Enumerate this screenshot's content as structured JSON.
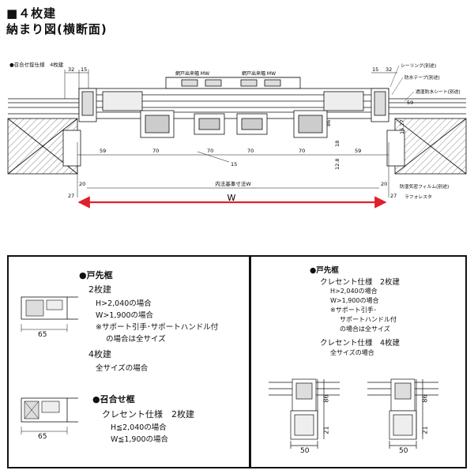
{
  "header": {
    "title_line1": "■４枚建",
    "title_line2": "納まり図(横断面)"
  },
  "top_diagram": {
    "spec_label": "●召合せ錠仕様　4枚建",
    "dim_32_left": "32",
    "dim_15_left": "15",
    "screen_width_left": "網戸出来幅 MW",
    "screen_width_right": "網戸出来幅 MW",
    "dim_32_right": "32",
    "dim_15_right": "15",
    "callout_sealing": "シーリング(別途)",
    "callout_waterproof_tape": "防水テープ(別途)",
    "callout_breathable_sheet": "透湿防水シート(別途)",
    "dim_59_side": "59",
    "dim_86": "86",
    "dim_18": "18",
    "dim_12_8": "12.8",
    "dim_15_27": "15.27",
    "dim_59_left": "59",
    "dim_70_a": "70",
    "dim_70_b": "70",
    "dim_70_c": "70",
    "dim_70_d": "70",
    "dim_59_right": "59",
    "dim_15_bottom": "15",
    "inner_dim_label": "内法基準寸法W",
    "dim_20_left": "20",
    "dim_20_right": "20",
    "dim_27_left": "27",
    "dim_27_right": "27",
    "callout_airtight_film": "防湿気密フィルム(別途)",
    "callout_lafolesta": "ラフォレスタ",
    "w_label": "W"
  },
  "left_panel": {
    "frame_title": "●戸先框",
    "two_leaf": "2枚建",
    "cond_h": "H>2,040の場合",
    "cond_w": "W>1,900の場合",
    "note_support": "※サポート引手･サポートハンドル付",
    "note_all": "の場合は全サイズ",
    "dim_65_top": "65",
    "four_leaf": "4枚建",
    "all_sizes": "全サイズの場合",
    "meeting_title": "●召合せ框",
    "crescent_two": "クレセント仕様　2枚建",
    "cond_h_le": "H≦2,040の場合",
    "cond_w_le": "W≦1,900の場合",
    "dim_65_bottom": "65"
  },
  "right_panel": {
    "frame_title": "●戸先框",
    "crescent_two": "クレセント仕様　2枚建",
    "cond_h": "H>2,040の場合",
    "cond_w": "W>1,900の場合",
    "note_support1": "※サポート引手･",
    "note_support2": "サポートハンドル付",
    "note_all": "の場合は全サイズ",
    "crescent_four": "クレセント仕様　4枚建",
    "all_sizes": "全サイズの場合",
    "left_dim_86": "86",
    "left_dim_21": "21",
    "left_dim_50": "50",
    "right_dim_86": "86",
    "right_dim_21": "21",
    "right_dim_50": "50"
  },
  "colors": {
    "w_arrow": "#e0202a",
    "line": "#111111",
    "hatch": "#555555",
    "gray": "#9a9a9a"
  }
}
